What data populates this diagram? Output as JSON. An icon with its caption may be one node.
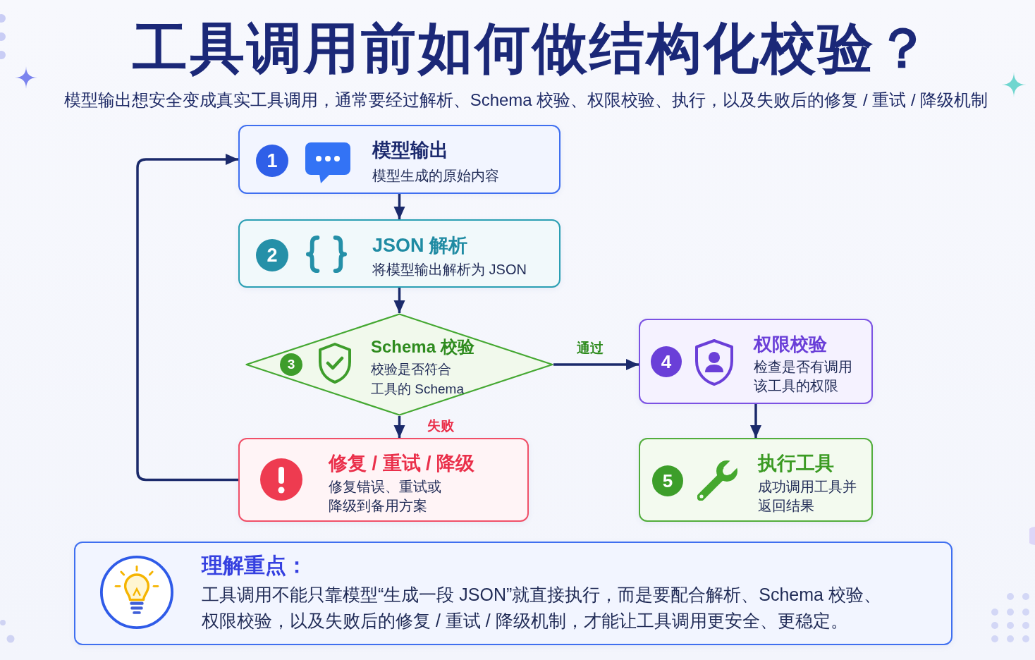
{
  "diagram": {
    "title": "工具调用前如何做结构化校验？",
    "nodes": [
      {
        "text": [
          "1",
          "模型输出",
          "模型生成的原始内容"
        ]
      },
      {
        "text": [
          "2",
          "JSON 解析",
          "将模型输出解析为 JSON"
        ]
      },
      {
        "text": [
          "3",
          "Schema 校验",
          "校验是否符合工具的 Schema"
        ]
      },
      {
        "text": [
          "4",
          "权限校验",
          "检查是否有调用该工具的权限"
        ]
      },
      {
        "text": [
          "修复 / 重试 / 降级",
          "修复错误、重试或降级到备用方案"
        ]
      },
      {
        "text": [
          "5",
          "执行工具",
          "成功调用工具并返回结果"
        ]
      },
      {
        "text": [
          "理解重点：",
          "工具调用不能只靠模型“生成一段 JSON”就直接执行，而是要配合解析、Schema 校验、权限校验，以及失败后的修复 / 重试 / 降级机制，才能让工具调用更安全、更稳定。"
        ]
      }
    ],
    "edges": [
      {
        "from": 0,
        "to": 1,
        "arrow": "to"
      },
      {
        "from": 1,
        "to": 2,
        "arrow": "to"
      },
      {
        "from": 2,
        "to": 3,
        "arrow": "to",
        "label": "通过"
      },
      {
        "from": 2,
        "to": 4,
        "arrow": "to",
        "label": "失败"
      },
      {
        "from": 3,
        "to": 5,
        "arrow": "to"
      },
      {
        "from": 4,
        "to": 0,
        "arrow": "to"
      }
    ],
    "labels": [
      "模型输出想安全变成真实工具调用，通常要经过解析、Schema 校验、权限校验、执行，以及失败后的修复 / 重试 / 降级机制"
    ]
  }
}
